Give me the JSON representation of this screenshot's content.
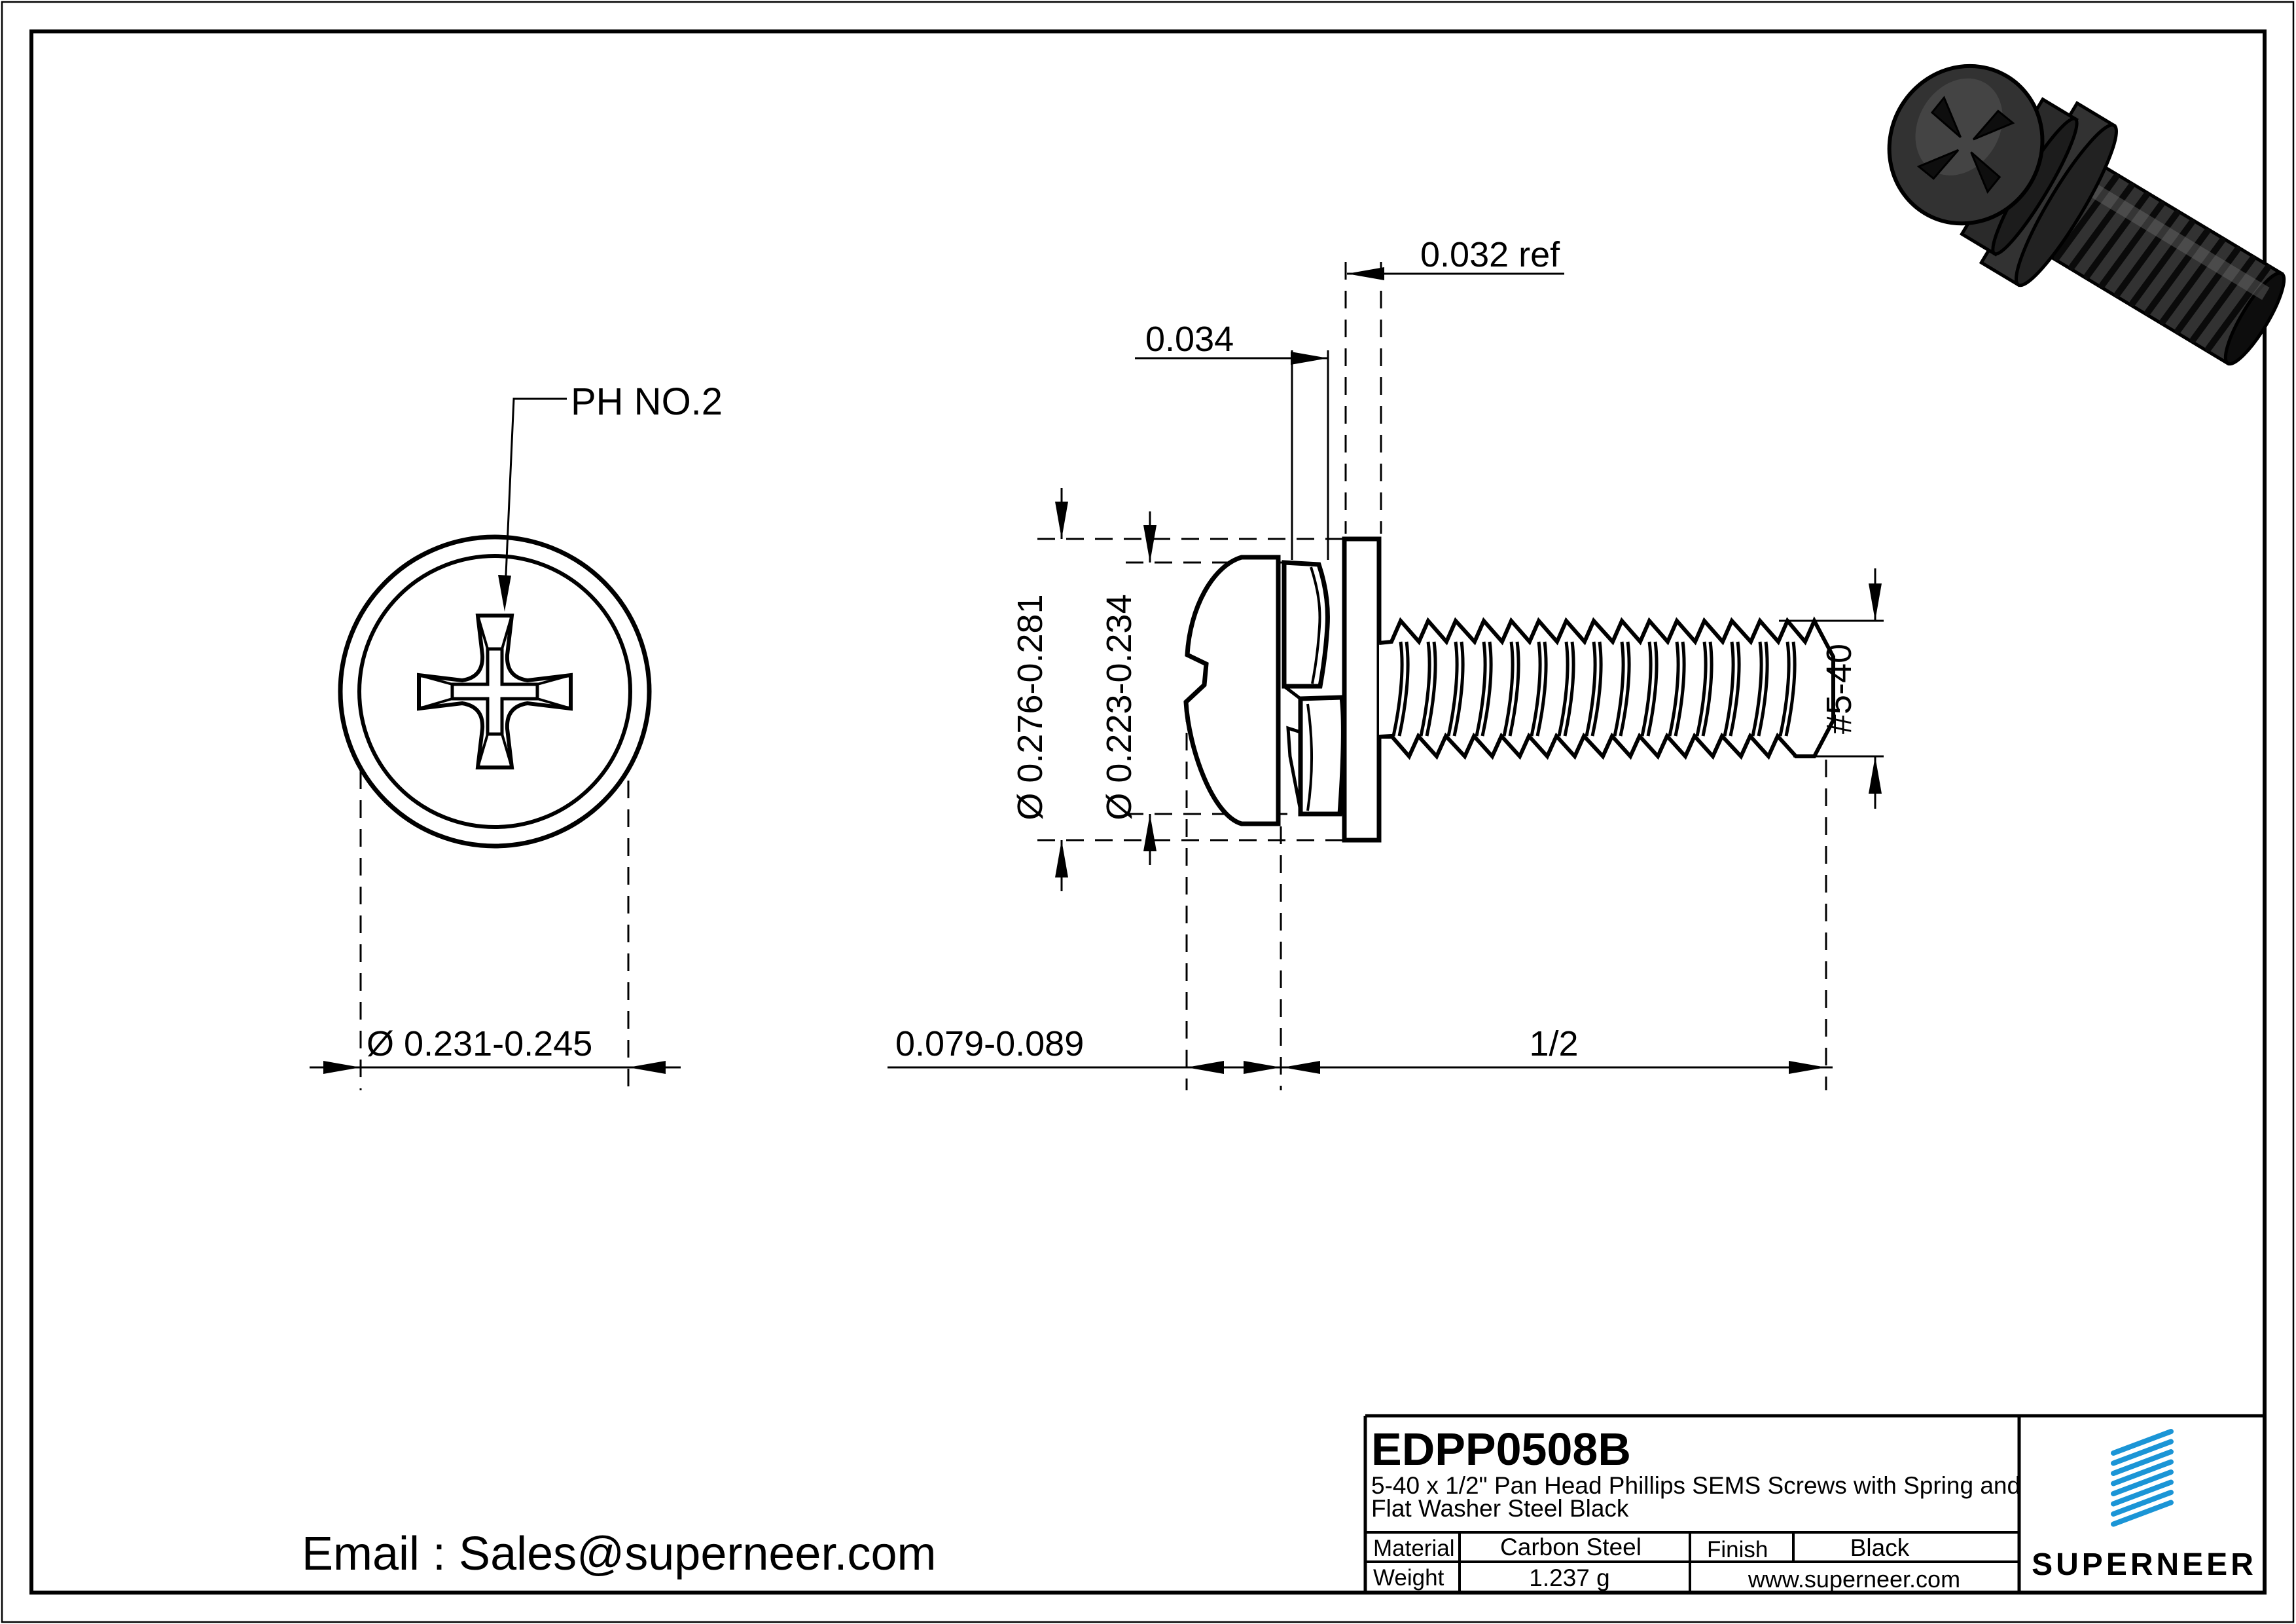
{
  "drawing": {
    "part_number": "EDPP0508B",
    "description_line1": "5-40 x 1/2\" Pan Head Phillips SEMS Screws with Spring and",
    "description_line2": "Flat Washer Steel Black",
    "material_label": "Material",
    "material_value": "Carbon Steel",
    "finish_label": "Finish",
    "finish_value": "Black",
    "weight_label": "Weight",
    "weight_value": "1.237 g",
    "website": "www.superneer.com",
    "brand": "SUPERNEER",
    "email": "Email : Sales@superneer.com"
  },
  "dimensions": {
    "drive_label": "PH NO.2",
    "head_diameter": "Ø 0.231-0.245",
    "washer_od": "Ø 0.276-0.281",
    "spring_od": "Ø 0.223-0.234",
    "spring_width": "0.034",
    "washer_thickness": "0.032 ref",
    "head_height": "0.079-0.089",
    "thread_length": "1/2",
    "thread_size": "#5-40"
  },
  "colors": {
    "line": "#000000",
    "brand_blue": "#1B95D6",
    "link_blue": "#1976D2",
    "screw_body": "#323232",
    "screw_dark": "#0d0d0d",
    "screw_light": "#555555"
  }
}
